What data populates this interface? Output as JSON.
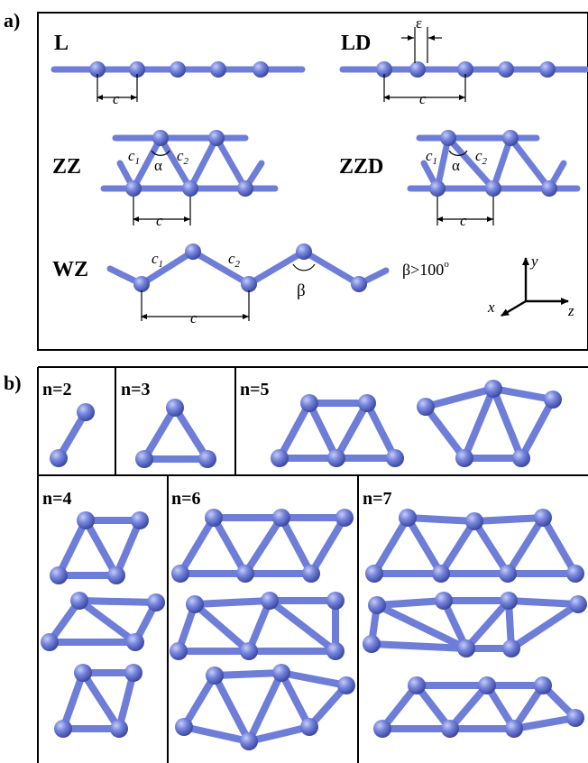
{
  "panel_a": {
    "label": "a)",
    "L": {
      "title": "L",
      "c": "c"
    },
    "LD": {
      "title": "LD",
      "eps": "ε",
      "c": "c"
    },
    "ZZ": {
      "title": "ZZ",
      "c1": "c",
      "c1sub": "1",
      "c2": "c",
      "c2sub": "2",
      "alpha": "α",
      "c": "c"
    },
    "ZZD": {
      "title": "ZZD",
      "c1": "c",
      "c1sub": "1",
      "c2": "c",
      "c2sub": "2",
      "alpha": "α",
      "c": "c"
    },
    "WZ": {
      "title": "WZ",
      "c1": "c",
      "c1sub": "1",
      "c2": "c",
      "c2sub": "2",
      "beta": "β",
      "c": "c",
      "condition": "β>100",
      "degree": "o"
    },
    "axes": {
      "y": "y",
      "z": "z",
      "x": "x"
    }
  },
  "panel_b": {
    "label": "b)",
    "cells": [
      {
        "key": "n2",
        "label": "n=2"
      },
      {
        "key": "n3",
        "label": "n=3"
      },
      {
        "key": "n5",
        "label": "n=5"
      },
      {
        "key": "n4",
        "label": "n=4"
      },
      {
        "key": "n6",
        "label": "n=6"
      },
      {
        "key": "n7",
        "label": "n=7"
      }
    ]
  },
  "colors": {
    "atom": "#6e7ed8",
    "atom_highlight": "#c6cdf5",
    "atom_shadow": "#3a47a0",
    "bond": "#6e7ed8",
    "line": "#000000"
  }
}
